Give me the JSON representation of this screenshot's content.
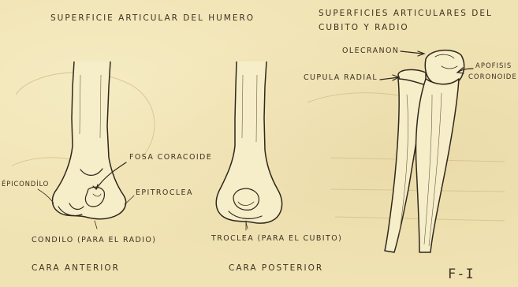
{
  "headings": {
    "humerus": "SUPERFICIE ARTICULAR DEL HUMERO",
    "ulna_radius_1": "SUPERFICIES ARTICULARES DEL",
    "ulna_radius_2": "CUBITO Y RADIO"
  },
  "labels": {
    "fosa": "FOSA CORACOIDE",
    "epicondilo": "ÉPICONDÍLO",
    "epitroclea": "EPITROCLEA",
    "condilo": "CONDILO (PARA EL RADIO)",
    "troclea": "TROCLEA (PARA EL CUBITO)",
    "olecranon": "OLECRANON",
    "cupula": "CUPULA RADIAL",
    "apofisis": "APOFISIS",
    "coronoide": "CORONOIDE"
  },
  "captions": {
    "anterior": "CARA ANTERIOR",
    "posterior": "CARA POSTERIOR"
  },
  "figure_id": "F-I"
}
